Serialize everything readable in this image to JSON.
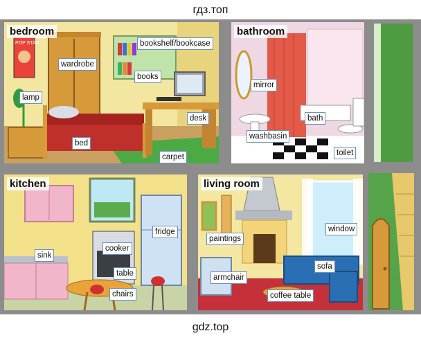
{
  "site": {
    "top_text": "гдз.топ",
    "bottom_text": "gdz.top"
  },
  "rooms": {
    "bedroom": {
      "title": "bedroom",
      "poster_text": "POP STAR",
      "labels": {
        "wardrobe": "wardrobe",
        "bookshelf": "bookshelf/bookcase",
        "books": "books",
        "lamp": "lamp",
        "desk": "desk",
        "bed": "bed",
        "carpet": "carpet"
      }
    },
    "bathroom": {
      "title": "bathroom",
      "labels": {
        "mirror": "mirror",
        "bath": "bath",
        "washbasin": "washbasin",
        "toilet": "toilet"
      }
    },
    "kitchen": {
      "title": "kitchen",
      "labels": {
        "fridge": "fridge",
        "cooker": "cooker",
        "sink": "sink",
        "table": "table",
        "chairs": "chairs"
      }
    },
    "living_room": {
      "title": "living room",
      "labels": {
        "window": "window",
        "paintings": "paintings",
        "sofa": "sofa",
        "armchair": "armchair",
        "coffee_table": "coffee table"
      }
    }
  },
  "colors": {
    "wood": "#d69a3a",
    "bed_cover": "#c0302a",
    "wall_yellow": "#f4e48a",
    "bath_tile": "#f0d7e4",
    "sofa_blue": "#2a6fb3",
    "kitchen_pink": "#f1b6c9",
    "grass": "#5cab4c"
  }
}
